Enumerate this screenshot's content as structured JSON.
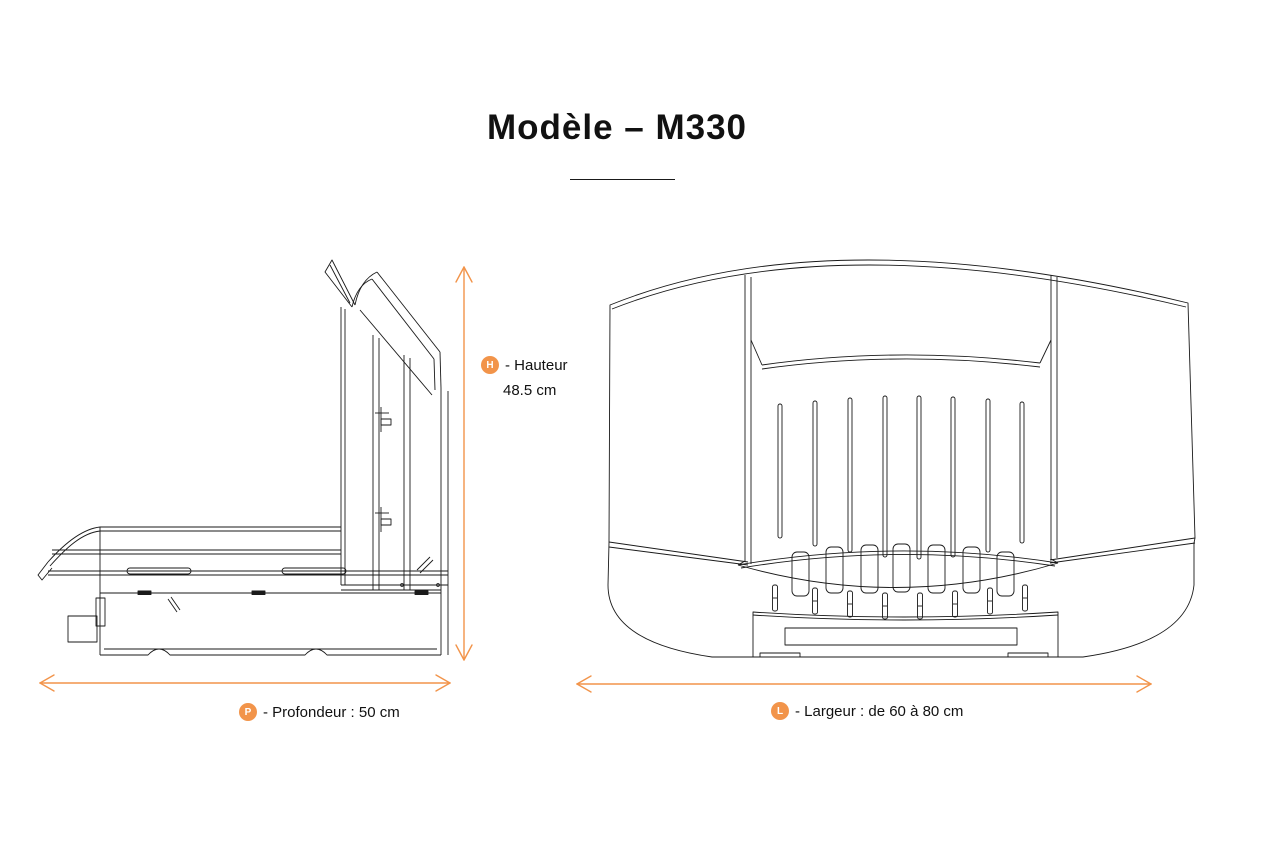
{
  "title": "Modèle – M330",
  "colors": {
    "accent": "#F2944A",
    "line": "#1A1A1A",
    "background": "#FFFFFF"
  },
  "dimensions": {
    "height": {
      "badge": "H",
      "label": "- Hauteur",
      "value": "48.5 cm"
    },
    "depth": {
      "badge": "P",
      "label": "- Profondeur : 50 cm"
    },
    "width": {
      "badge": "L",
      "label": "- Largeur : de 60 à 80 cm"
    }
  }
}
